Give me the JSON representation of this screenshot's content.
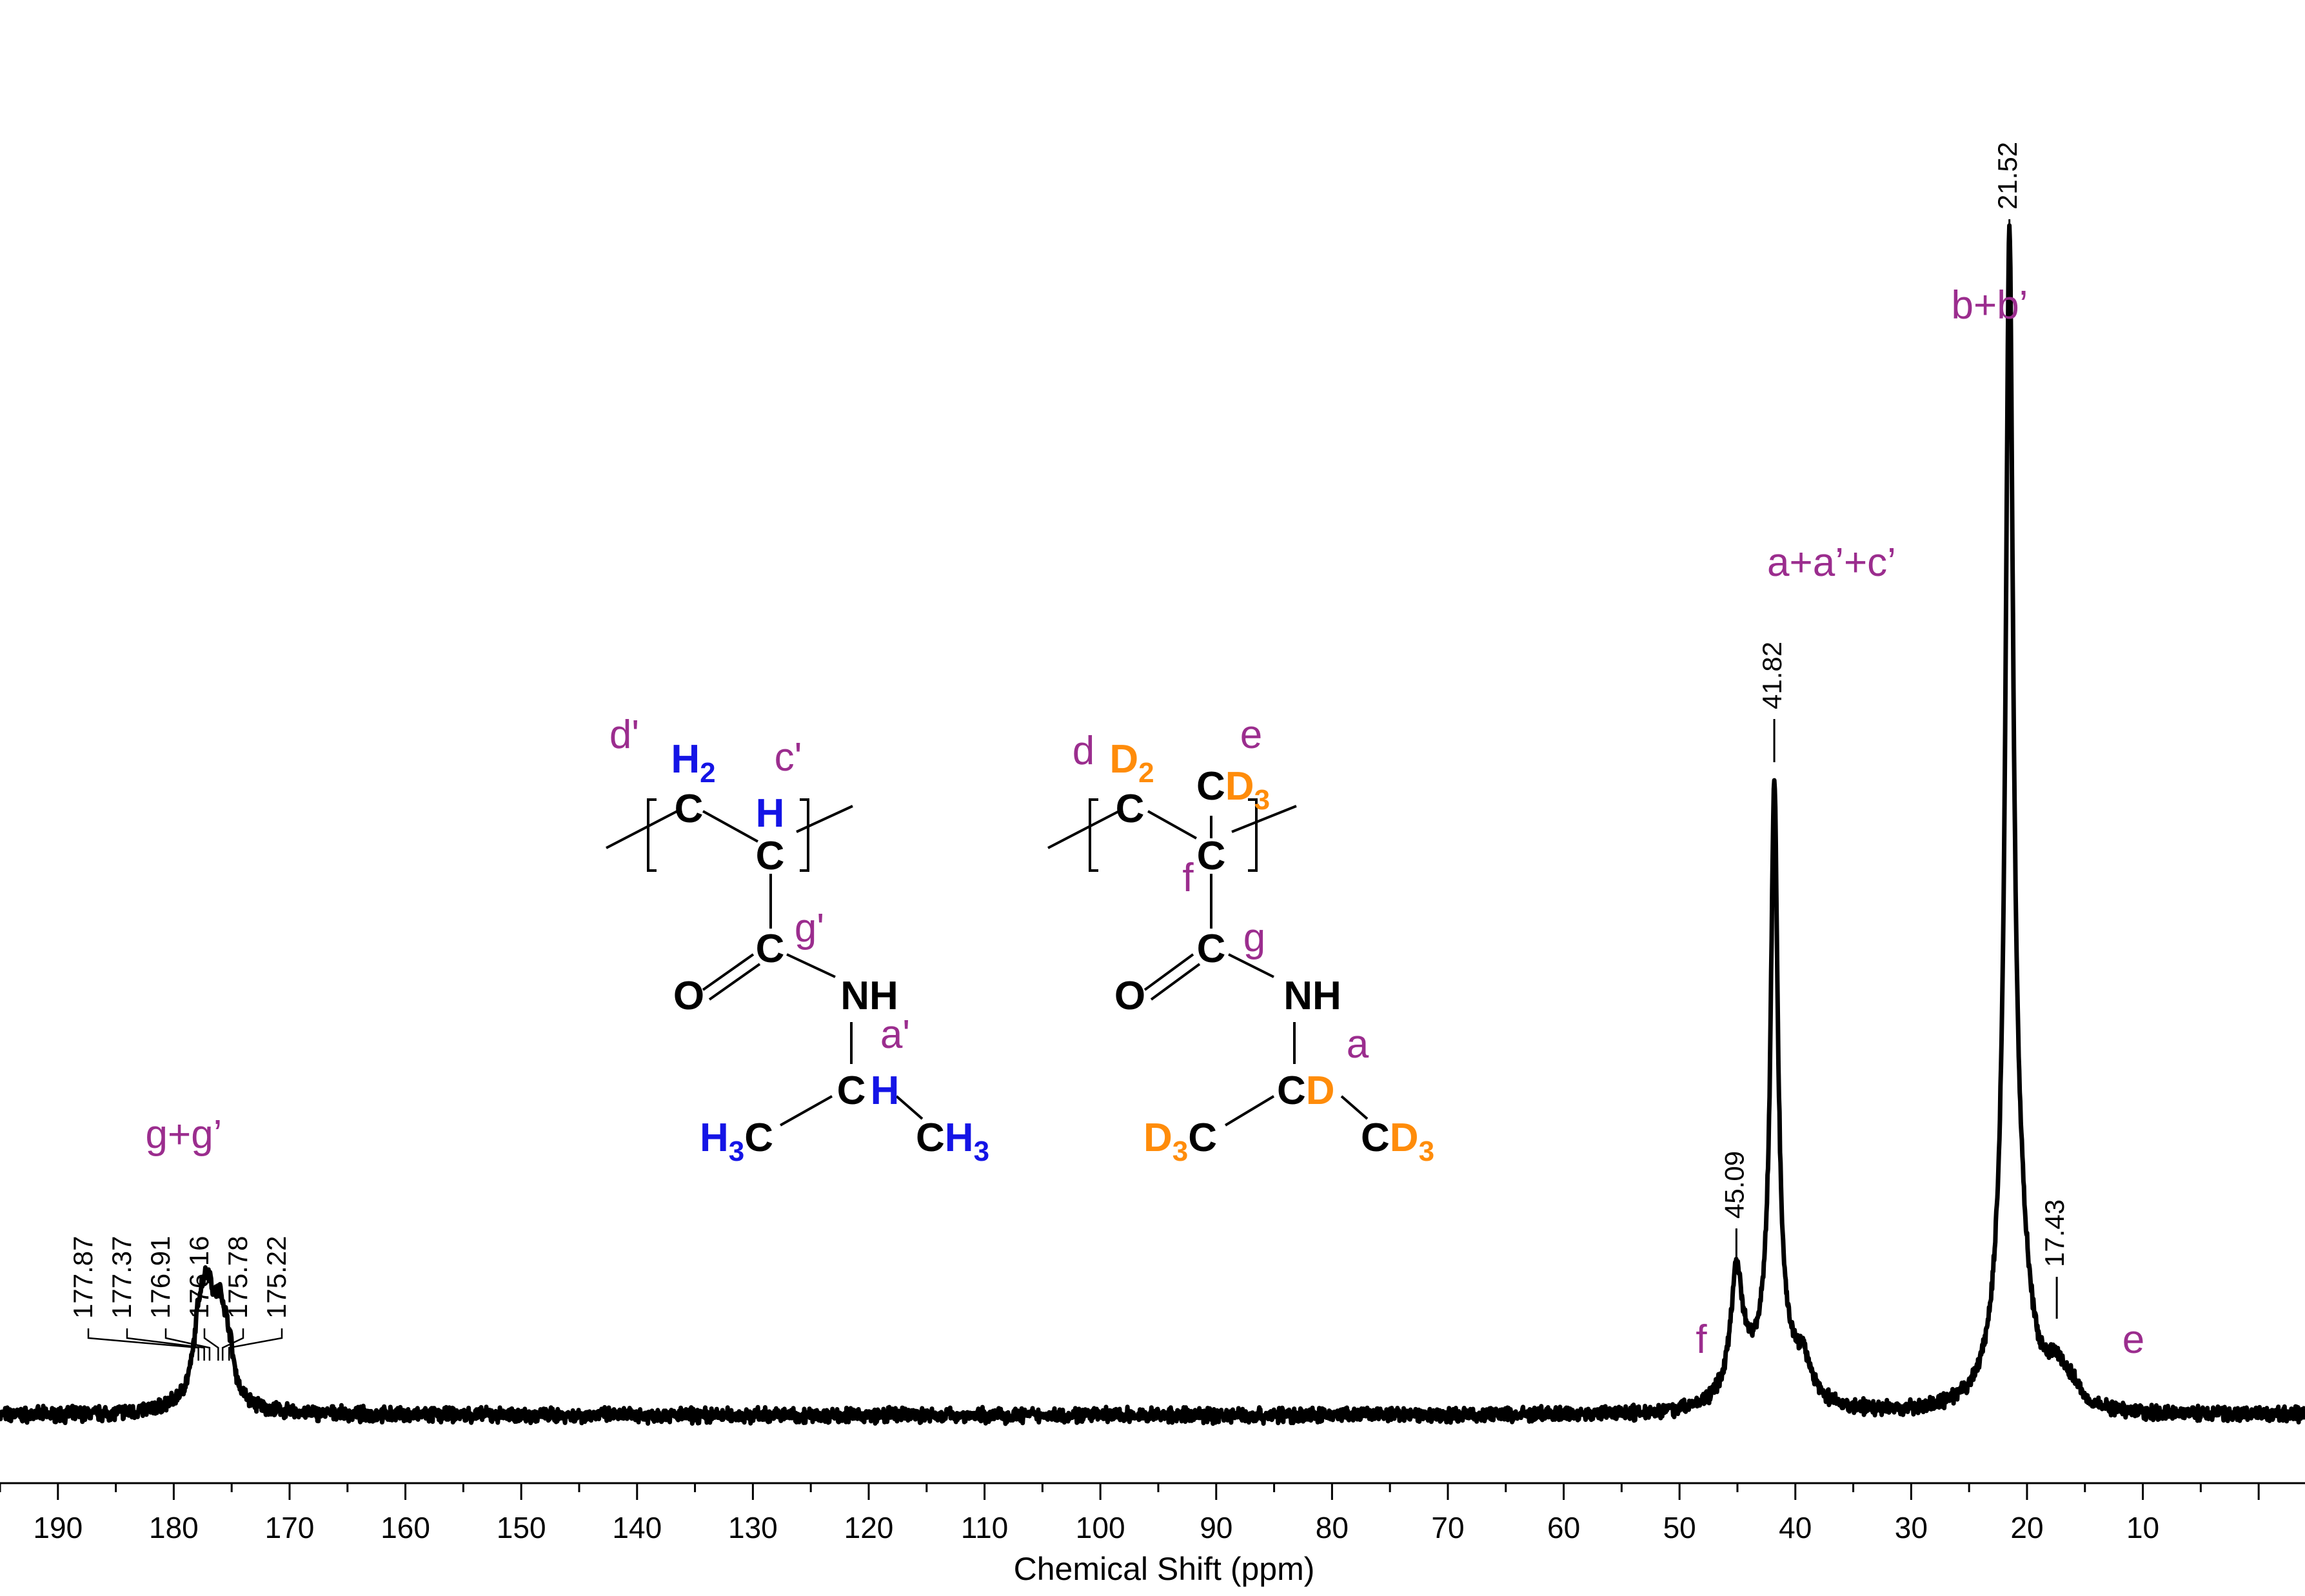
{
  "chart_data": {
    "type": "line",
    "title": "",
    "xlabel": "Chemical Shift (ppm)",
    "ylabel": "",
    "x_reversed": true,
    "xlim": [
      -4,
      195
    ],
    "ticks_major": [
      190,
      180,
      170,
      160,
      150,
      140,
      130,
      120,
      110,
      100,
      90,
      80,
      70,
      60,
      50,
      40,
      30,
      20,
      10
    ],
    "ticks_minor_step": 5,
    "ylim": [
      0,
      1.0
    ],
    "grid": false,
    "legend": "none",
    "colors": {
      "trace": "#000000",
      "assignment": "#9b2d8e",
      "protonated": "#1414e6",
      "deuterated": "#ff8c0a"
    },
    "peaks": [
      {
        "ppm": 177.87,
        "label": "177.87",
        "height": 0.06
      },
      {
        "ppm": 177.37,
        "label": "177.37",
        "height": 0.055
      },
      {
        "ppm": 176.91,
        "label": "176.91",
        "height": 0.06
      },
      {
        "ppm": 176.16,
        "label": "176.16",
        "height": 0.05
      },
      {
        "ppm": 175.78,
        "label": "175.78",
        "height": 0.045
      },
      {
        "ppm": 175.22,
        "label": "175.22",
        "height": 0.04
      },
      {
        "ppm": 45.09,
        "label": "45.09",
        "height": 0.11
      },
      {
        "ppm": 41.82,
        "label": "41.82",
        "height": 0.52
      },
      {
        "ppm": 21.52,
        "label": "21.52",
        "height": 0.92
      },
      {
        "ppm": 17.43,
        "label": "17.43",
        "height": 0.03
      }
    ],
    "assignments": [
      "g+g’",
      "f",
      "a+a’+c’",
      "b+b’",
      "e"
    ]
  },
  "structures": {
    "protonated": {
      "atoms": [
        "C",
        "H",
        "C",
        "C",
        "O",
        "NH",
        "C",
        "H",
        "C",
        "C"
      ],
      "h2": "H",
      "h2_sub": "2",
      "h3": "H",
      "h3_sub": "3",
      "labels": [
        "d'",
        "c'",
        "g'",
        "a'"
      ]
    },
    "deuterated": {
      "atoms": [
        "C",
        "D",
        "C",
        "D",
        "C",
        "C",
        "O",
        "NH",
        "C",
        "D",
        "D",
        "C",
        "C",
        "D"
      ],
      "d_sub2": "2",
      "d_sub3": "3",
      "labels": [
        "d",
        "e",
        "f",
        "g",
        "a"
      ]
    }
  }
}
